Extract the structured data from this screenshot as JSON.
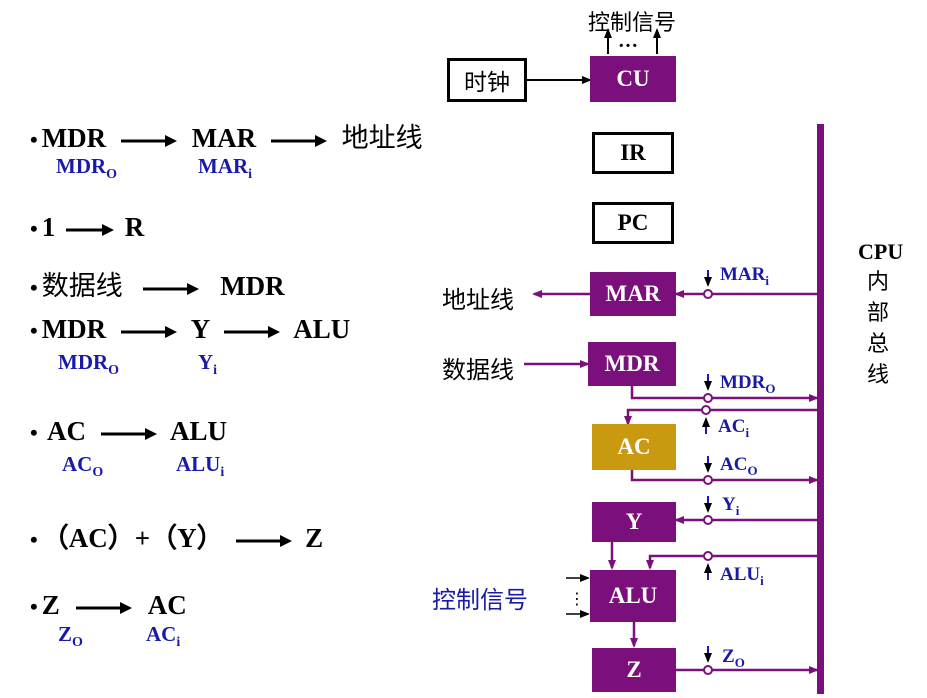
{
  "steps": [
    {
      "from": "MDR",
      "to": "MAR",
      "to2": "地址线",
      "sig1": "MDR",
      "sig1_sub": "O",
      "sig2": "MAR",
      "sig2_sub": "i"
    },
    {
      "text_a": "1",
      "text_b": "R"
    },
    {
      "from": "数据线",
      "to": "MDR"
    },
    {
      "from": "MDR",
      "to": "Y",
      "to2": "ALU",
      "sig1": "MDR",
      "sig1_sub": "O",
      "sig2": "Y",
      "sig2_sub": "i"
    },
    {
      "from": "AC",
      "to": "ALU",
      "sig1": "AC",
      "sig1_sub": "O",
      "sig2": "ALU",
      "sig2_sub": "i"
    },
    {
      "expr": "（AC）+（Y）",
      "to": "Z"
    },
    {
      "from": "Z",
      "to": "AC",
      "sig1": "Z",
      "sig1_sub": "O",
      "sig2": "AC",
      "sig2_sub": "i"
    }
  ],
  "diagram": {
    "top_control_label": "控制信号",
    "top_dots": "…",
    "clock_label": "时钟",
    "cu": "CU",
    "ir": "IR",
    "pc": "PC",
    "mar": "MAR",
    "mdr": "MDR",
    "ac": "AC",
    "y": "Y",
    "alu": "ALU",
    "z": "Z",
    "addr_bus_label": "地址线",
    "data_bus_label": "数据线",
    "alu_control_label": "控制信号",
    "bus_label": [
      "CPU",
      "内",
      "部",
      "总",
      "线"
    ],
    "signals": {
      "mar_i": {
        "main": "MAR",
        "sub": "i"
      },
      "mdr_o": {
        "main": "MDR",
        "sub": "O"
      },
      "ac_i": {
        "main": "AC",
        "sub": "i"
      },
      "ac_o": {
        "main": "AC",
        "sub": "O"
      },
      "y_i": {
        "main": "Y",
        "sub": "i"
      },
      "alu_i": {
        "main": "ALU",
        "sub": "i"
      },
      "z_o": {
        "main": "Z",
        "sub": "O"
      }
    }
  },
  "colors": {
    "purple": "#7b0f7b",
    "gold": "#c99a10",
    "signal_blue": "#1a1aa8"
  }
}
